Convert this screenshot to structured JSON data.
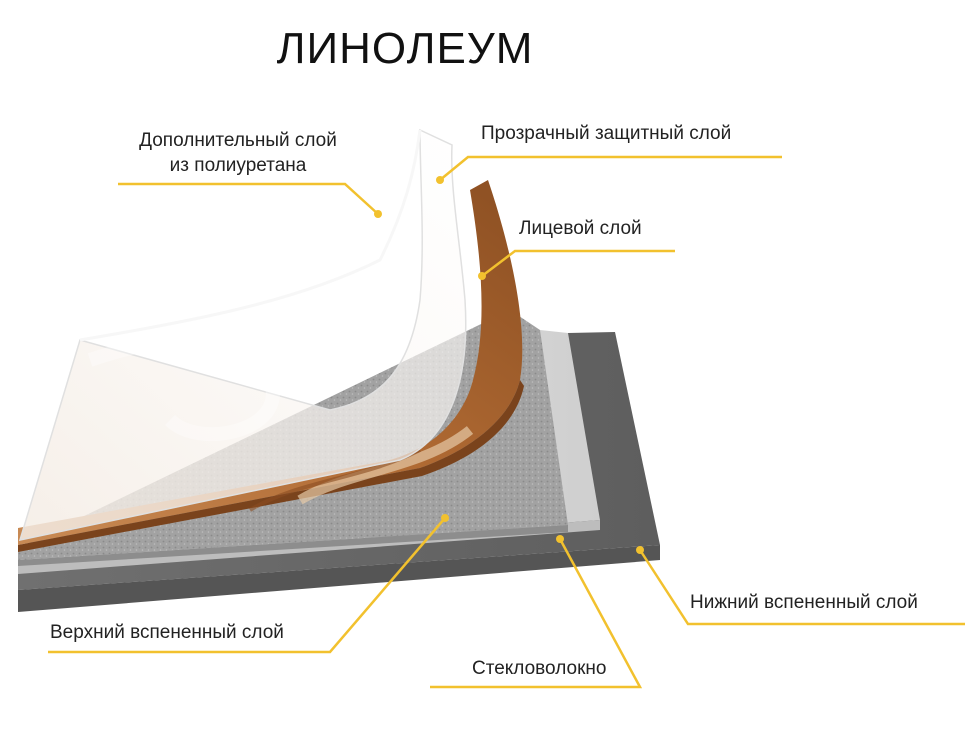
{
  "title": "ЛИНОЛЕУМ",
  "labels": {
    "polyurethane_line1": "Дополнительный слой",
    "polyurethane_line2": "из полиуретана",
    "protective": "Прозрачный защитный слой",
    "face": "Лицевой слой",
    "upper_foam": "Верхний вспененный слой",
    "fiberglass": "Стекловолокно",
    "lower_foam": "Нижний вспененный слой"
  },
  "colors": {
    "leader": "#f2c12e",
    "bottom_foam": "#6f6f6f",
    "fiberglass": "#d9d9d9",
    "upper_foam": "#9a9a9a",
    "wood": "#b5713a"
  }
}
